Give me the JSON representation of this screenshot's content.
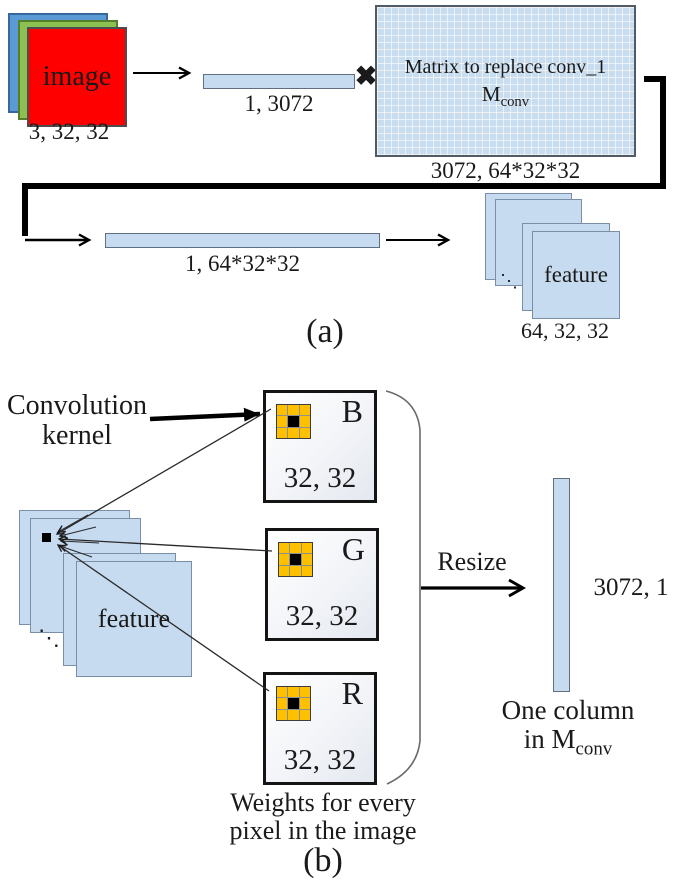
{
  "colors": {
    "light_blue": "#C6DAF0",
    "image_red": "#FF0000",
    "image_green": "#8CC152",
    "image_blue": "#5B9BD5",
    "kernel_orange": "#FFC000"
  },
  "panel_a": {
    "image_stack": {
      "label": "image",
      "dims": "3, 32, 32",
      "layers": [
        "blue",
        "green",
        "red"
      ]
    },
    "input_vector": {
      "dims": "1, 3072"
    },
    "times_symbol": "✖",
    "matrix_box": {
      "title": "Matrix to replace conv_1",
      "m_main": "M",
      "m_sub": "conv",
      "dims": "3072, 64*32*32"
    },
    "output_vector": {
      "dims": "1, 64*32*32"
    },
    "feature_stack": {
      "label": "feature",
      "dims": "64, 32, 32",
      "dots": "⋱"
    },
    "caption": "(a)"
  },
  "panel_b": {
    "kernel_pointer": {
      "line1": "Convolution",
      "line2": "kernel"
    },
    "channels": [
      {
        "letter": "B",
        "dims": "32, 32"
      },
      {
        "letter": "G",
        "dims": "32, 32"
      },
      {
        "letter": "R",
        "dims": "32, 32"
      }
    ],
    "feature_stack": {
      "label": "feature",
      "dots": "⋱"
    },
    "resize_label": "Resize",
    "column_vector": {
      "dims": "3072, 1",
      "caption_line1": "One column",
      "caption_line2_main": "in M",
      "caption_line2_sub": "conv"
    },
    "weights_note": {
      "line1": "Weights for every",
      "line2": "pixel in the image"
    },
    "caption": "(b)"
  }
}
